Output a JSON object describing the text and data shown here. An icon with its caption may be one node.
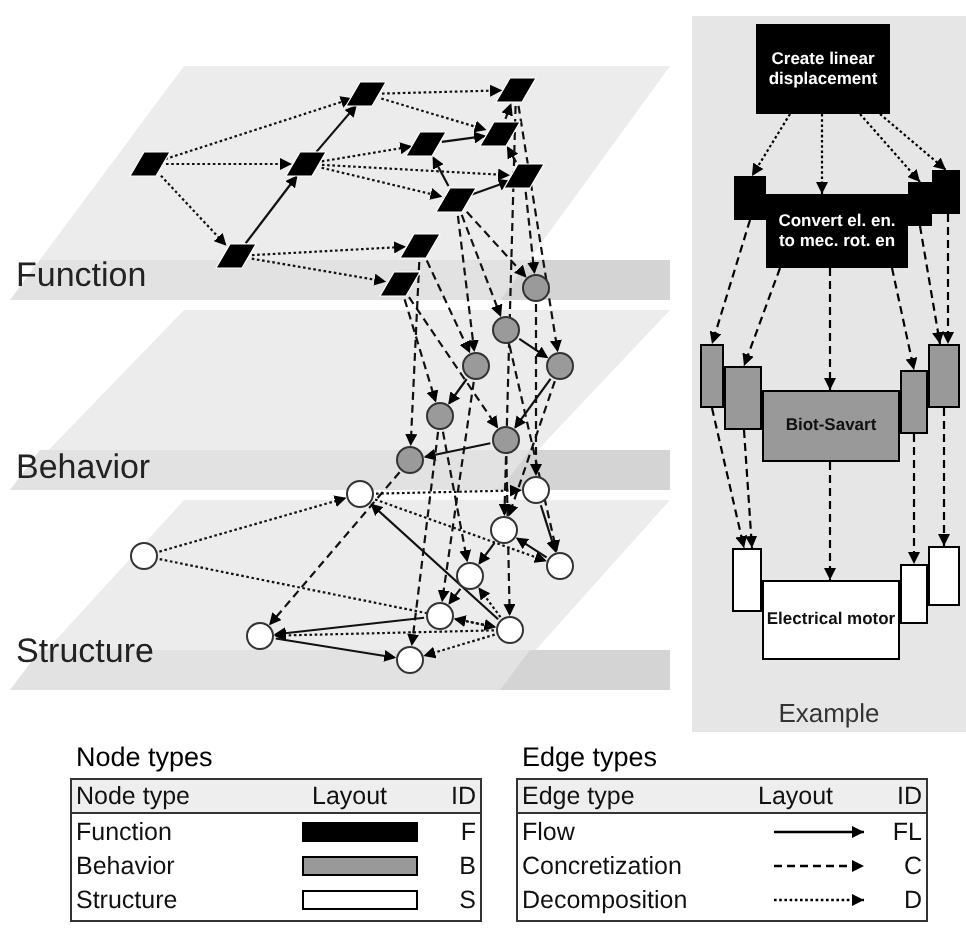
{
  "diagram": {
    "nodes": [
      {
        "text": [
          "Example"
        ]
      },
      {
        "text": [
          "Create linear displacement"
        ],
        "in": 0
      },
      {
        "text": [],
        "shape": "box",
        "in": 0
      },
      {
        "text": [
          "Convert el. en. to mec. rot. en"
        ],
        "in": 0
      },
      {
        "text": [],
        "shape": "box",
        "in": 0
      },
      {
        "text": [],
        "shape": "box",
        "in": 0
      },
      {
        "text": [],
        "shape": "box",
        "in": 0
      },
      {
        "text": [],
        "shape": "box",
        "in": 0
      },
      {
        "text": [
          "Biot-Savart"
        ],
        "in": 0
      },
      {
        "text": [],
        "shape": "box",
        "in": 0
      },
      {
        "text": [],
        "shape": "box",
        "in": 0
      },
      {
        "text": [],
        "shape": "box",
        "in": 0
      },
      {
        "text": [
          "Electrical motor"
        ],
        "in": 0
      },
      {
        "text": [],
        "shape": "box",
        "in": 0
      },
      {
        "text": [],
        "shape": "box",
        "in": 0
      }
    ],
    "edges": [
      {
        "from": 1,
        "to": 2,
        "arrow": "to"
      },
      {
        "from": 1,
        "to": 3,
        "arrow": "to"
      },
      {
        "from": 1,
        "to": 4,
        "arrow": "to"
      },
      {
        "from": 1,
        "to": 5,
        "arrow": "to"
      },
      {
        "from": 2,
        "to": 6,
        "arrow": "to",
        "style": "dashed"
      },
      {
        "from": 3,
        "to": 7,
        "arrow": "to",
        "style": "dashed"
      },
      {
        "from": 3,
        "to": 8,
        "arrow": "to",
        "style": "dashed"
      },
      {
        "from": 3,
        "to": 9,
        "arrow": "to",
        "style": "dashed"
      },
      {
        "from": 4,
        "to": 10,
        "arrow": "to",
        "style": "dashed"
      },
      {
        "from": 5,
        "to": 10,
        "arrow": "to",
        "style": "dashed"
      },
      {
        "from": 6,
        "to": 11,
        "arrow": "to",
        "style": "dashed"
      },
      {
        "from": 7,
        "to": 11,
        "arrow": "to",
        "style": "dashed"
      },
      {
        "from": 8,
        "to": 12,
        "arrow": "to",
        "style": "dashed"
      },
      {
        "from": 9,
        "to": 13,
        "arrow": "to",
        "style": "dashed"
      },
      {
        "from": 10,
        "to": 14,
        "arrow": "to",
        "style": "dashed"
      }
    ],
    "labels": [
      "Function",
      "Behavior",
      "Structure",
      "Node types",
      "Node type",
      "Layout",
      "ID",
      "F",
      "B",
      "S",
      "Edge types",
      "Edge type",
      "Layout",
      "ID",
      "FL",
      "C",
      "D"
    ],
    "legend": [
      {
        "text": "Function",
        "color": "#000000"
      },
      {
        "text": "Behavior",
        "color": "#999999"
      },
      {
        "text": "Structure",
        "color": "#ffffff"
      },
      {
        "text": "Flow"
      },
      {
        "text": "Concretization"
      },
      {
        "text": "Decomposition"
      }
    ]
  }
}
